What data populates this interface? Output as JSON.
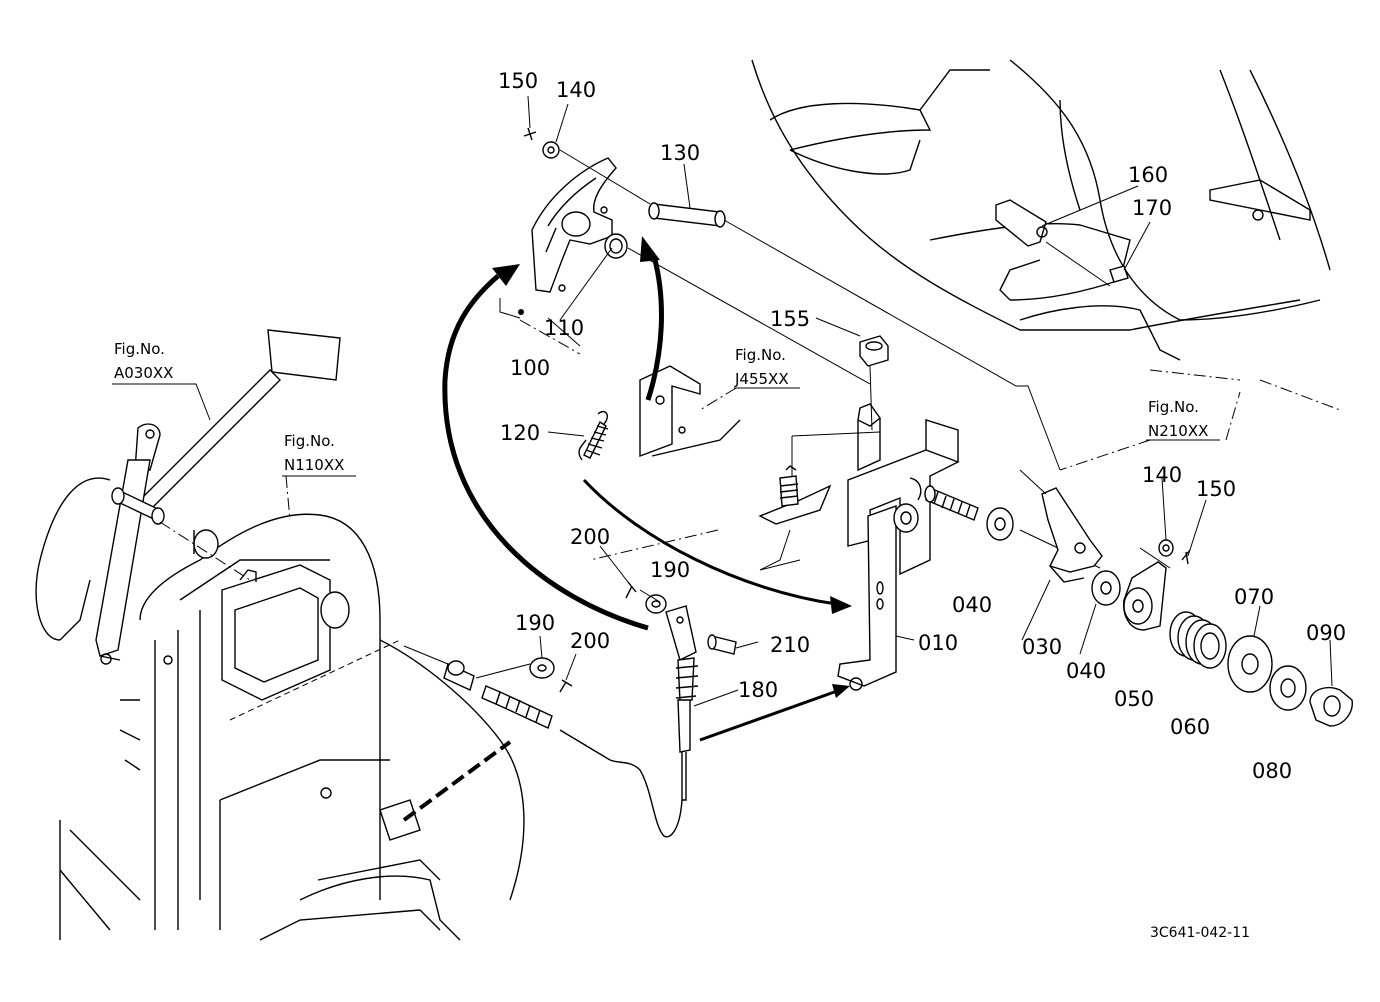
{
  "callouts": {
    "p150a": "150",
    "p140a": "140",
    "p130": "130",
    "p160": "160",
    "p170": "170",
    "p110": "110",
    "p100": "100",
    "p155": "155",
    "p120": "120",
    "p200a": "200",
    "p190a": "190",
    "p190b": "190",
    "p200b": "200",
    "p210": "210",
    "p180": "180",
    "p010": "010",
    "p040a": "040",
    "p030": "030",
    "p040b": "040",
    "p050": "050",
    "p060": "060",
    "p070": "070",
    "p080": "080",
    "p090": "090",
    "p140b": "140",
    "p150b": "150"
  },
  "references": {
    "a030": {
      "line1": "Fig.No.",
      "line2": "A030XX"
    },
    "n110": {
      "line1": "Fig.No.",
      "line2": "N110XX"
    },
    "j455": {
      "line1": "Fig.No.",
      "line2": "J455XX"
    },
    "n210": {
      "line1": "Fig.No.",
      "line2": "N210XX"
    }
  },
  "drawing_number": "3C641-042-11"
}
